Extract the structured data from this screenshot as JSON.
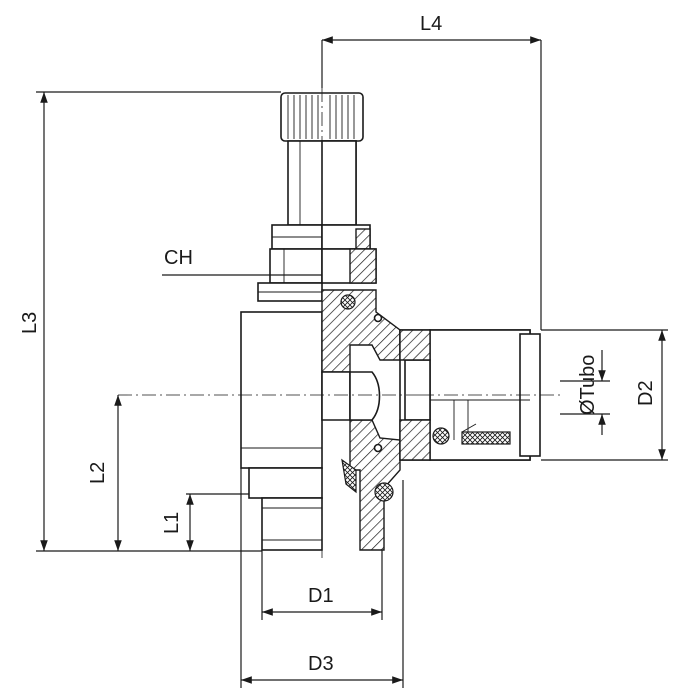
{
  "labels": {
    "l4": "L4",
    "l3": "L3",
    "ch": "CH",
    "l2": "L2",
    "l1": "L1",
    "d1": "D1",
    "d3": "D3",
    "d2": "D2",
    "tube": "ØTubo"
  }
}
